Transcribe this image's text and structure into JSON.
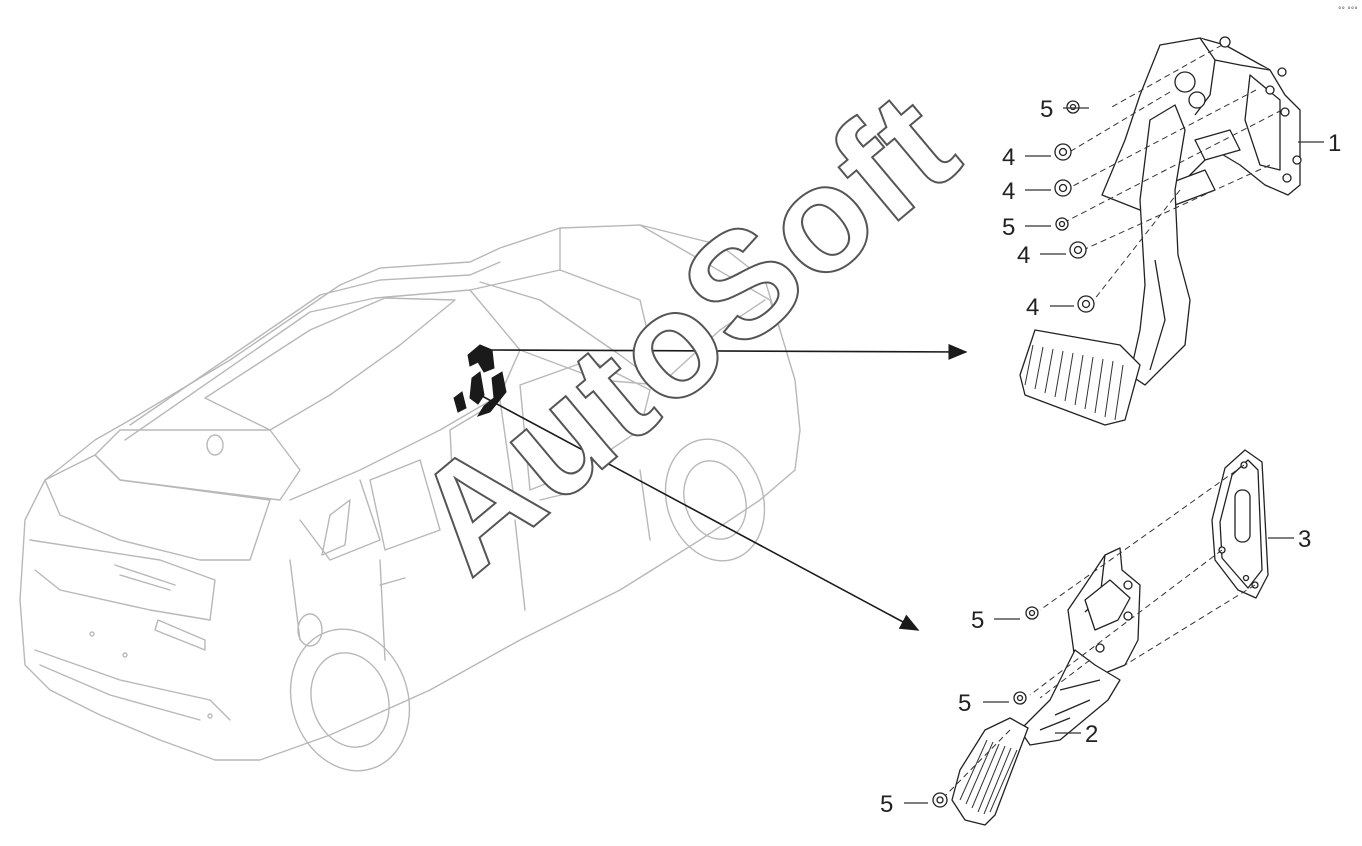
{
  "diagram": {
    "watermark": "AutoSoft",
    "corner_mark": "°° °°°",
    "callouts": {
      "brake_pedal_assembly": "1",
      "accelerator_pedal": "2",
      "pedal_bracket_plate": "3",
      "nut_4a": "4",
      "nut_4b": "4",
      "nut_4c": "4",
      "nut_4d": "4",
      "nut_5a": "5",
      "nut_5b": "5",
      "nut_5c": "5",
      "nut_5d": "5",
      "nut_5e": "5"
    }
  }
}
